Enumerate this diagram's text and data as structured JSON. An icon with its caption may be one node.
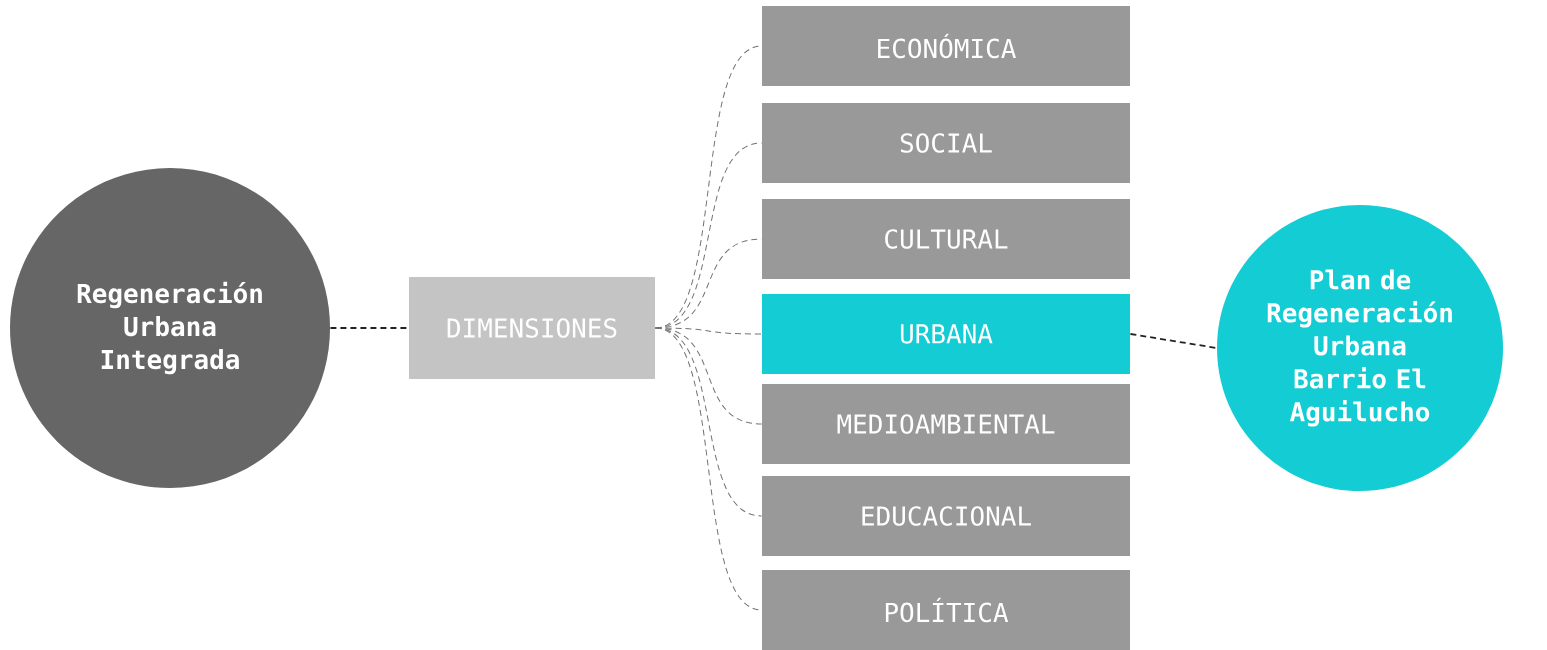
{
  "diagram": {
    "nodes": [
      {
        "text": [
          "Regeneración Urbana Integrada"
        ]
      },
      {
        "text": [
          "DIMENSIONES"
        ]
      },
      {
        "text": [
          "ECONÓMICA"
        ]
      },
      {
        "text": [
          "SOCIAL"
        ]
      },
      {
        "text": [
          "CULTURAL"
        ]
      },
      {
        "text": [
          "URBANA"
        ]
      },
      {
        "text": [
          "MEDIOAMBIENTAL"
        ]
      },
      {
        "text": [
          "EDUCACIONAL"
        ]
      },
      {
        "text": [
          "POLÍTICA"
        ]
      },
      {
        "text": [
          "Plan de Regeneración Urbana Barrio El Aguilucho"
        ]
      }
    ],
    "edges": [
      {
        "from": 0,
        "to": 1,
        "arrow": "none",
        "style": "dashed",
        "color": "#222222"
      },
      {
        "from": 1,
        "to": 2,
        "arrow": "none",
        "style": "dashed"
      },
      {
        "from": 1,
        "to": 3,
        "arrow": "none",
        "style": "dashed"
      },
      {
        "from": 1,
        "to": 4,
        "arrow": "none",
        "style": "dashed"
      },
      {
        "from": 1,
        "to": 5,
        "arrow": "none",
        "style": "dashed"
      },
      {
        "from": 1,
        "to": 6,
        "arrow": "none",
        "style": "dashed"
      },
      {
        "from": 1,
        "to": 7,
        "arrow": "none",
        "style": "dashed"
      },
      {
        "from": 1,
        "to": 8,
        "arrow": "none",
        "style": "dashed"
      },
      {
        "from": 5,
        "to": 9,
        "arrow": "none",
        "style": "dashed",
        "color": "#222222"
      }
    ]
  }
}
